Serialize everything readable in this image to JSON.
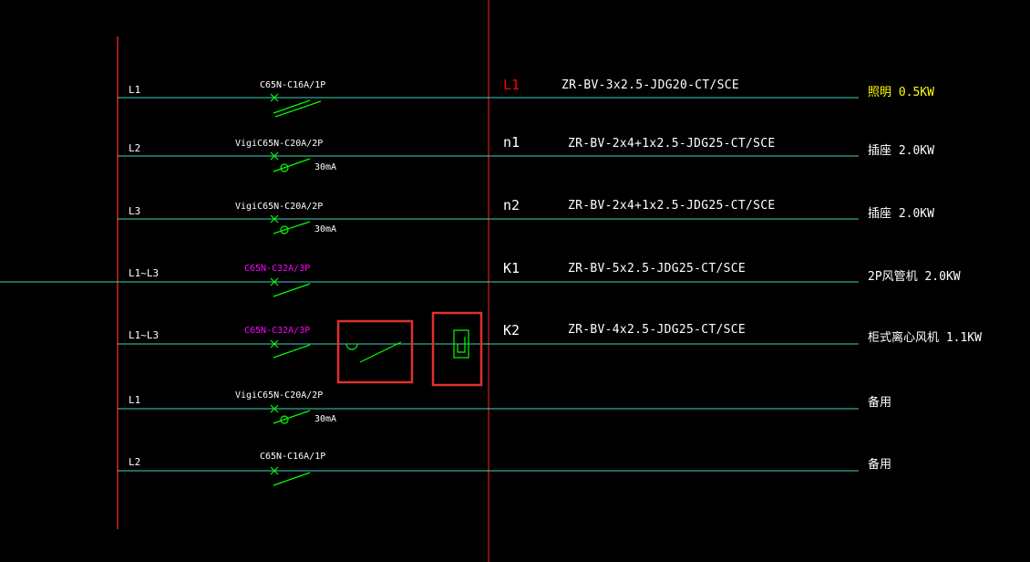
{
  "rows": [
    {
      "phase": "L1",
      "breaker": "C65N-C16A/1P",
      "rcd": "",
      "circuit": "L1",
      "cable": "ZR-BV-3x2.5-JDG20-CT/SCE",
      "load": "照明  0.5KW"
    },
    {
      "phase": "L2",
      "breaker": "VigiC65N-C20A/2P",
      "rcd": "30mA",
      "circuit": "n1",
      "cable": "ZR-BV-2x4+1x2.5-JDG25-CT/SCE",
      "load": "插座   2.0KW"
    },
    {
      "phase": "L3",
      "breaker": "VigiC65N-C20A/2P",
      "rcd": "30mA",
      "circuit": "n2",
      "cable": "ZR-BV-2x4+1x2.5-JDG25-CT/SCE",
      "load": "插座   2.0KW"
    },
    {
      "phase": "L1~L3",
      "breaker": "C65N-C32A/3P",
      "rcd": "",
      "circuit": "K1",
      "cable": "ZR-BV-5x2.5-JDG25-CT/SCE",
      "load": "2P风管机  2.0KW"
    },
    {
      "phase": "L1~L3",
      "breaker": "C65N-C32A/3P",
      "rcd": "",
      "circuit": "K2",
      "cable": "ZR-BV-4x2.5-JDG25-CT/SCE",
      "load": "柜式离心风机   1.1KW"
    },
    {
      "phase": "L1",
      "breaker": "VigiC65N-C20A/2P",
      "rcd": "30mA",
      "circuit": "",
      "cable": "",
      "load": "备用"
    },
    {
      "phase": "L2",
      "breaker": "C65N-C16A/1P",
      "rcd": "",
      "circuit": "",
      "cable": "",
      "load": "备用"
    }
  ],
  "colors": {
    "background": "#000000",
    "bus": "#ff3030",
    "divider": "#cc2020",
    "feeder": "#40d0c0",
    "symbol": "#00ff00",
    "highlight": "#e03030",
    "breaker_3p": "#ff00ff",
    "lighting_load": "#ffff00",
    "circuit_l1": "#ff0000"
  },
  "icons": [
    "breaker-symbol",
    "rcd-breaker-symbol",
    "contactor-symbol",
    "thermal-relay-symbol"
  ]
}
